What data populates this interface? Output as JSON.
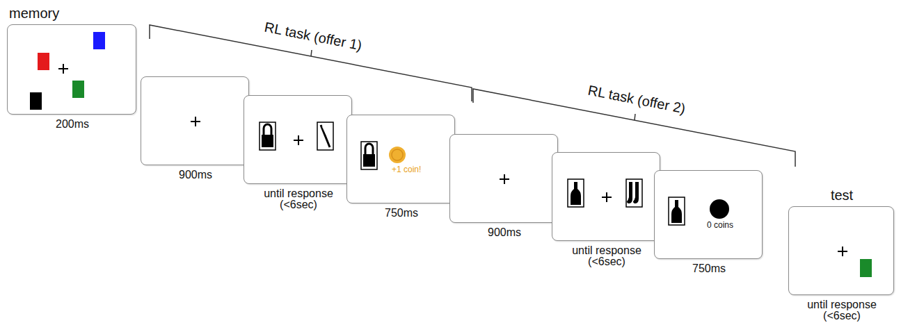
{
  "diagram": {
    "nodes": [
      {
        "text": [
          "memory",
          "200ms"
        ]
      },
      {
        "text": [
          "900ms"
        ]
      },
      {
        "text": [
          "until response (<6sec)"
        ]
      },
      {
        "text": [
          "+1 coin!",
          "750ms"
        ]
      },
      {
        "text": [
          "900ms"
        ]
      },
      {
        "text": [
          "until response (<6sec)"
        ]
      },
      {
        "text": [
          "0 coins",
          "750ms"
        ]
      },
      {
        "text": [
          "test",
          "until response (<6sec)"
        ]
      }
    ],
    "labels": [
      "RL task (offer 1)",
      "RL task (offer 2)"
    ]
  }
}
